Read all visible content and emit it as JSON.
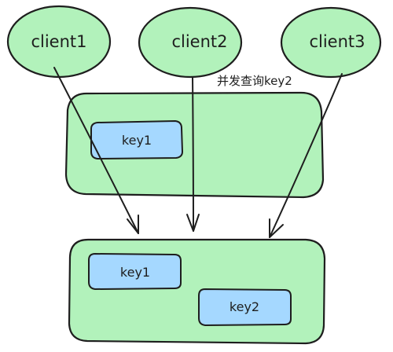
{
  "colors": {
    "client_fill": "#b2f2bb",
    "container_fill": "#b2f2bb",
    "key_fill": "#a5d8ff",
    "stroke": "#1e1e1e"
  },
  "clients": [
    {
      "label": "client1"
    },
    {
      "label": "client2"
    },
    {
      "label": "client3"
    }
  ],
  "annotation": "并发查询key2",
  "upper_store": {
    "keys": [
      {
        "label": "key1"
      }
    ]
  },
  "lower_store": {
    "keys": [
      {
        "label": "key1"
      },
      {
        "label": "key2"
      }
    ]
  }
}
